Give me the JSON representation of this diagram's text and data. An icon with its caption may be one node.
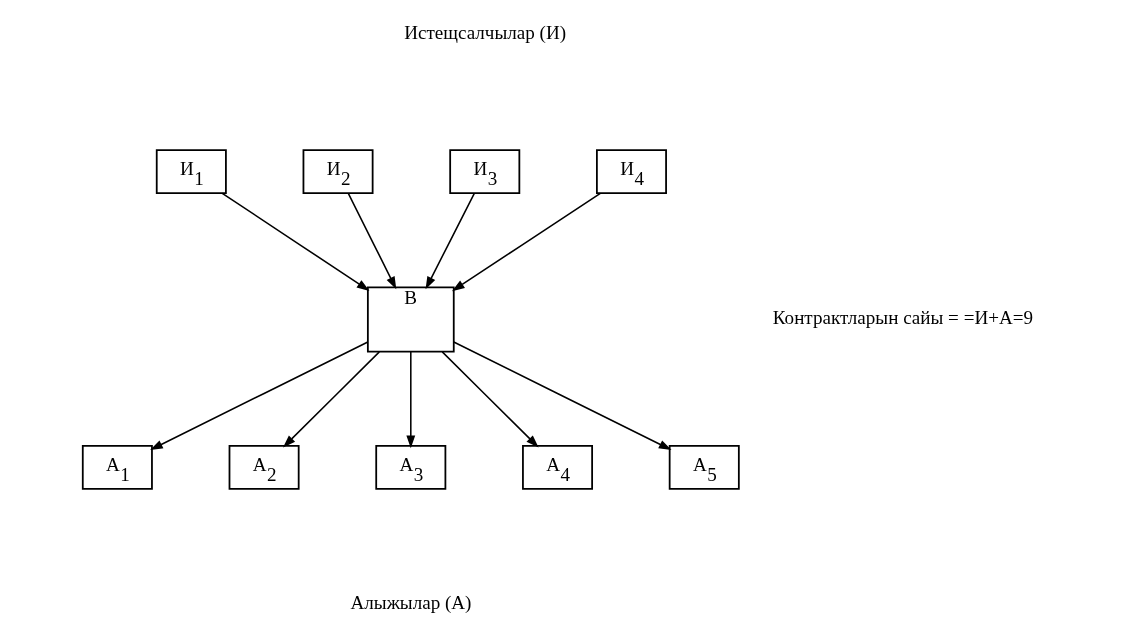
{
  "diagram": {
    "nodes": [
      {
        "text": [
          "И$_{1}$"
        ]
      },
      {
        "text": [
          "И$_{2}$"
        ]
      },
      {
        "text": [
          "И$_{3}$"
        ]
      },
      {
        "text": [
          "И$_{4}$"
        ]
      },
      {
        "text": [
          "В"
        ]
      },
      {
        "text": [
          "А$_{1}$"
        ]
      },
      {
        "text": [
          "А$_{2}$"
        ]
      },
      {
        "text": [
          "А$_{3}$"
        ]
      },
      {
        "text": [
          "А$_{4}$"
        ]
      },
      {
        "text": [
          "А$_{5}$"
        ]
      }
    ],
    "edges": [
      {
        "from": 0,
        "to": 4,
        "arrow": "to"
      },
      {
        "from": 1,
        "to": 4,
        "arrow": "to"
      },
      {
        "from": 2,
        "to": 4,
        "arrow": "to"
      },
      {
        "from": 3,
        "to": 4,
        "arrow": "to"
      },
      {
        "from": 4,
        "to": 5,
        "arrow": "to"
      },
      {
        "from": 4,
        "to": 6,
        "arrow": "to"
      },
      {
        "from": 4,
        "to": 7,
        "arrow": "to"
      },
      {
        "from": 4,
        "to": 8,
        "arrow": "to"
      },
      {
        "from": 4,
        "to": 9,
        "arrow": "to"
      }
    ],
    "labels": [
      "Истещсалчылар (И)",
      "Контрактларын сайы = =И+А=9",
      "Алыжылар (А)"
    ]
  }
}
